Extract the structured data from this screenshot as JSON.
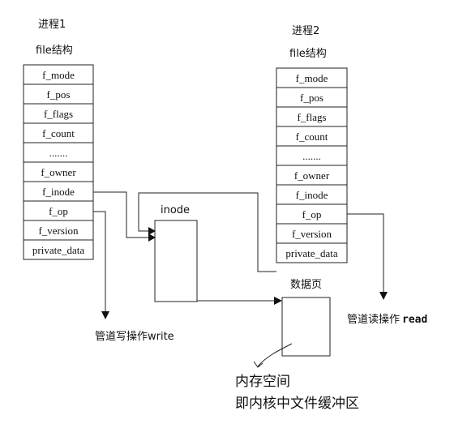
{
  "process1": {
    "title": "进程1",
    "subtitle": "file结构",
    "fields": [
      "f_mode",
      "f_pos",
      "f_flags",
      "f_count",
      ".......",
      "f_owner",
      "f_inode",
      "f_op",
      "f_version",
      "private_data"
    ]
  },
  "process2": {
    "title": "进程2",
    "subtitle": "file结构",
    "fields": [
      "f_mode",
      "f_pos",
      "f_flags",
      "f_count",
      ".......",
      "f_owner",
      "f_inode",
      "f_op",
      "f_version",
      "private_data"
    ]
  },
  "inode_label": "inode",
  "data_page_label": "数据页",
  "pipe_write": "管道写操作write",
  "pipe_read_prefix": "管道读操作",
  "pipe_read_suffix": "read",
  "memory_line1": "内存空间",
  "memory_line2": "即内核中文件缓冲区"
}
